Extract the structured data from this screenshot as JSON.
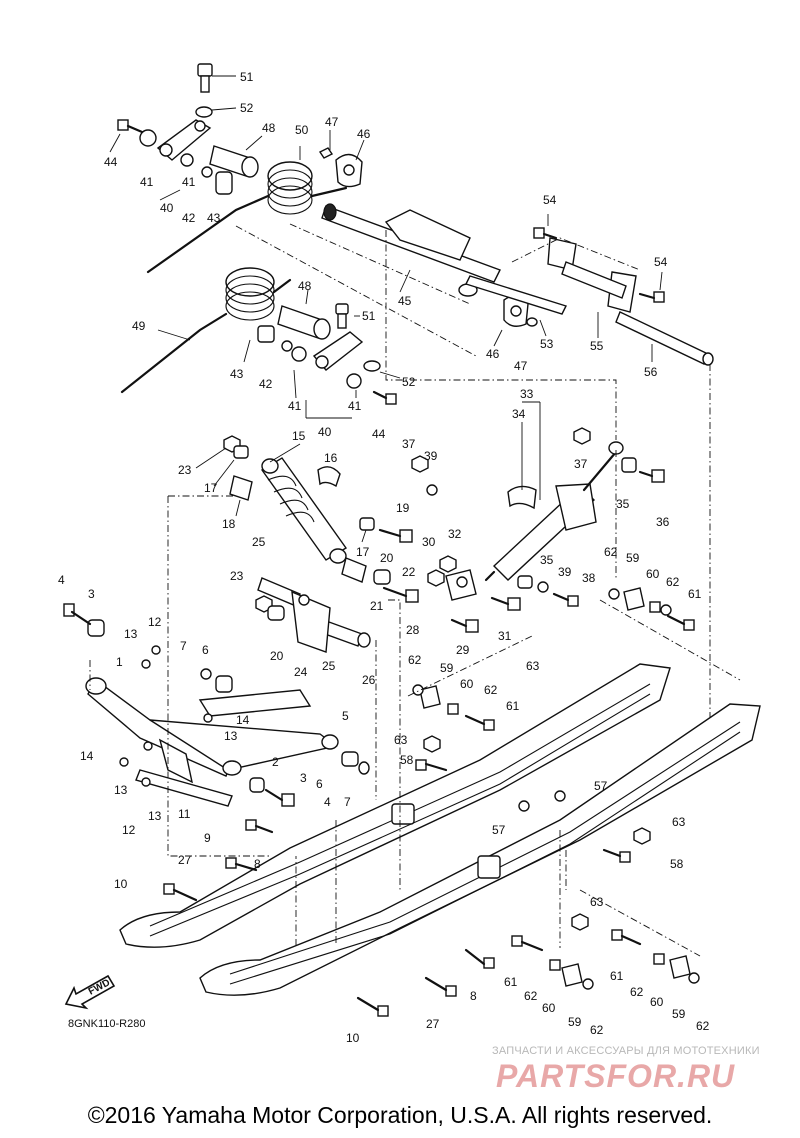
{
  "diagram": {
    "code": "8GNK110-R280",
    "direction_label": "FWD",
    "copyright": "©2016 Yamaha Motor Corporation, U.S.A. All rights reserved.",
    "watermark": {
      "tagline": "ЗАПЧАСТИ И АКСЕССУАРЫ ДЛЯ МОТОТЕХНИКИ",
      "logo": "PARTSFOR.RU"
    },
    "callouts": [
      "51",
      "52",
      "48",
      "50",
      "47",
      "46",
      "44",
      "41",
      "41",
      "40",
      "42",
      "43",
      "54",
      "54",
      "45",
      "53",
      "55",
      "56",
      "46",
      "47",
      "49",
      "48",
      "51",
      "43",
      "42",
      "41",
      "52",
      "40",
      "41",
      "44",
      "33",
      "34",
      "37",
      "39",
      "37",
      "35",
      "36",
      "15",
      "16",
      "23",
      "17",
      "18",
      "17",
      "19",
      "25",
      "30",
      "32",
      "20",
      "22",
      "35",
      "39",
      "62",
      "59",
      "60",
      "62",
      "61",
      "38",
      "23",
      "20",
      "24",
      "25",
      "26",
      "21",
      "28",
      "29",
      "31",
      "4",
      "3",
      "12",
      "13",
      "7",
      "6",
      "1",
      "62",
      "59",
      "60",
      "62",
      "61",
      "63",
      "14",
      "13",
      "5",
      "63",
      "58",
      "14",
      "13",
      "12",
      "13",
      "11",
      "2",
      "9",
      "3",
      "6",
      "4",
      "7",
      "57",
      "57",
      "8",
      "27",
      "63",
      "58",
      "10",
      "63",
      "61",
      "62",
      "60",
      "59",
      "62",
      "61",
      "62",
      "60",
      "59",
      "62",
      "8",
      "27",
      "10"
    ]
  }
}
